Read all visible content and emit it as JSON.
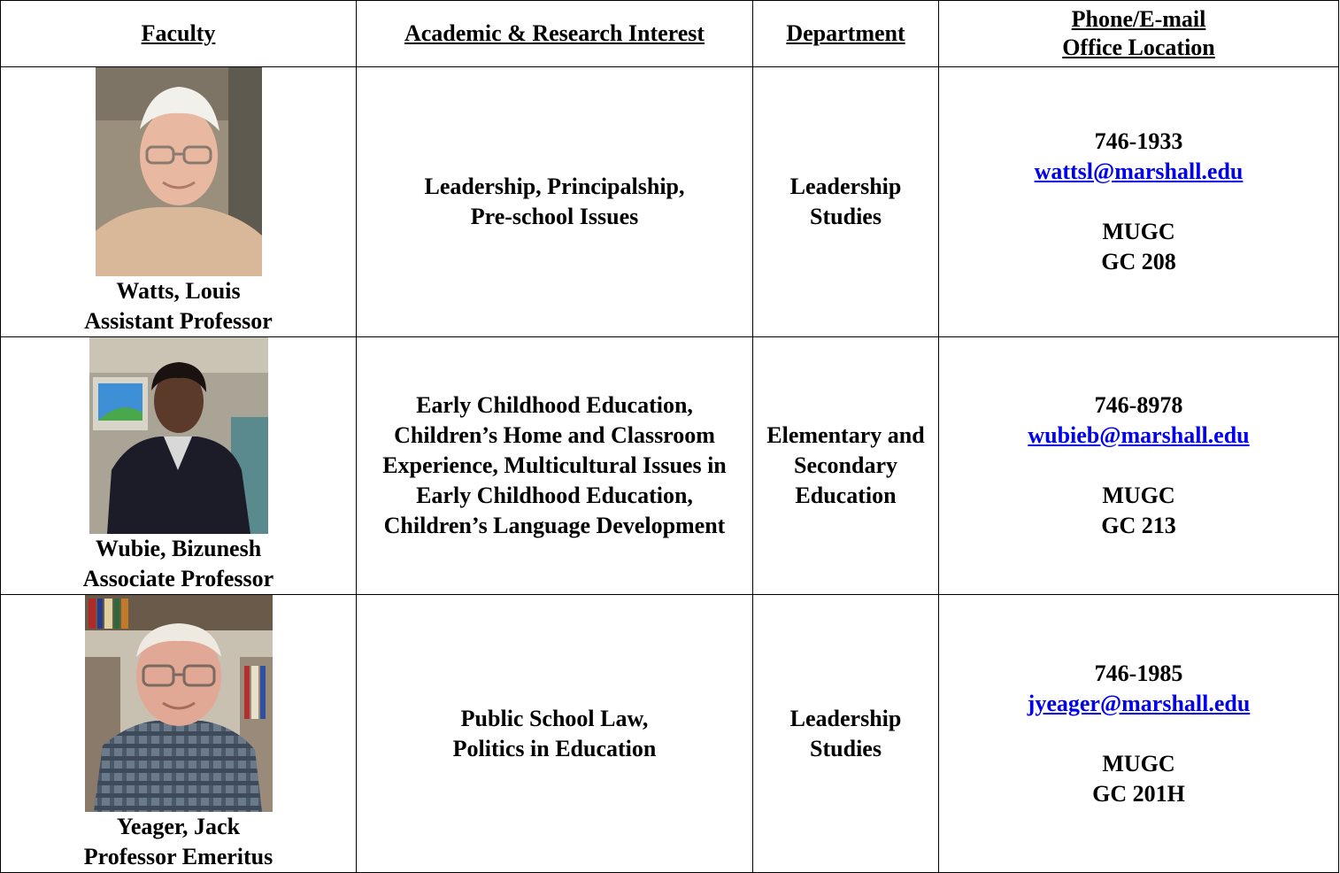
{
  "headers": {
    "faculty": "Faculty",
    "interest": "Academic & Research Interest",
    "department": "Department",
    "contact_line1": "Phone/E-mail",
    "contact_line2": "Office Location"
  },
  "rows": [
    {
      "name": "Watts, Louis",
      "title": "Assistant Professor",
      "interest": [
        "Leadership, Principalship,",
        "Pre-school Issues"
      ],
      "department": [
        "Leadership",
        "Studies"
      ],
      "phone": "746-1933",
      "email": "wattsl@marshall.edu",
      "building": "MUGC",
      "room": "GC 208"
    },
    {
      "name": "Wubie, Bizunesh",
      "title": "Associate Professor",
      "interest": [
        "Early Childhood Education,",
        "Children’s Home and Classroom",
        "Experience, Multicultural Issues in",
        "Early Childhood Education,",
        "Children’s Language Development"
      ],
      "department": [
        "Elementary and",
        "Secondary",
        "Education"
      ],
      "phone": "746-8978",
      "email": "wubieb@marshall.edu",
      "building": "MUGC",
      "room": "GC 213"
    },
    {
      "name": "Yeager, Jack",
      "title": "Professor Emeritus",
      "interest": [
        "Public School Law,",
        "Politics in Education"
      ],
      "department": [
        "Leadership",
        "Studies"
      ],
      "phone": "746-1985",
      "email": "jyeager@marshall.edu",
      "building": "MUGC",
      "room": "GC 201H"
    }
  ]
}
